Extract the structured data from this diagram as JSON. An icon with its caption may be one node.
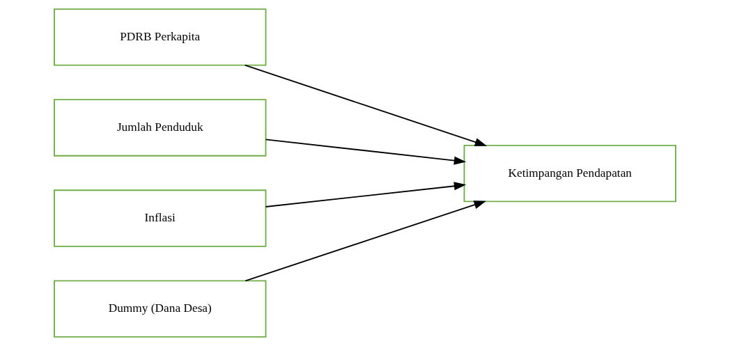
{
  "diagram": {
    "nodes": [
      {
        "text": [
          "PDRB Perkapita"
        ]
      },
      {
        "text": [
          "Jumlah Penduduk"
        ]
      },
      {
        "text": [
          "Inflasi"
        ]
      },
      {
        "text": [
          "Dummy (Dana Desa)"
        ]
      },
      {
        "text": [
          "Ketimpangan Pendapatan"
        ]
      }
    ],
    "edges": [
      {
        "from": 0,
        "to": 4,
        "arrow": "to"
      },
      {
        "from": 1,
        "to": 4,
        "arrow": "to"
      },
      {
        "from": 2,
        "to": 4,
        "arrow": "to"
      },
      {
        "from": 3,
        "to": 4,
        "arrow": "to"
      }
    ]
  }
}
